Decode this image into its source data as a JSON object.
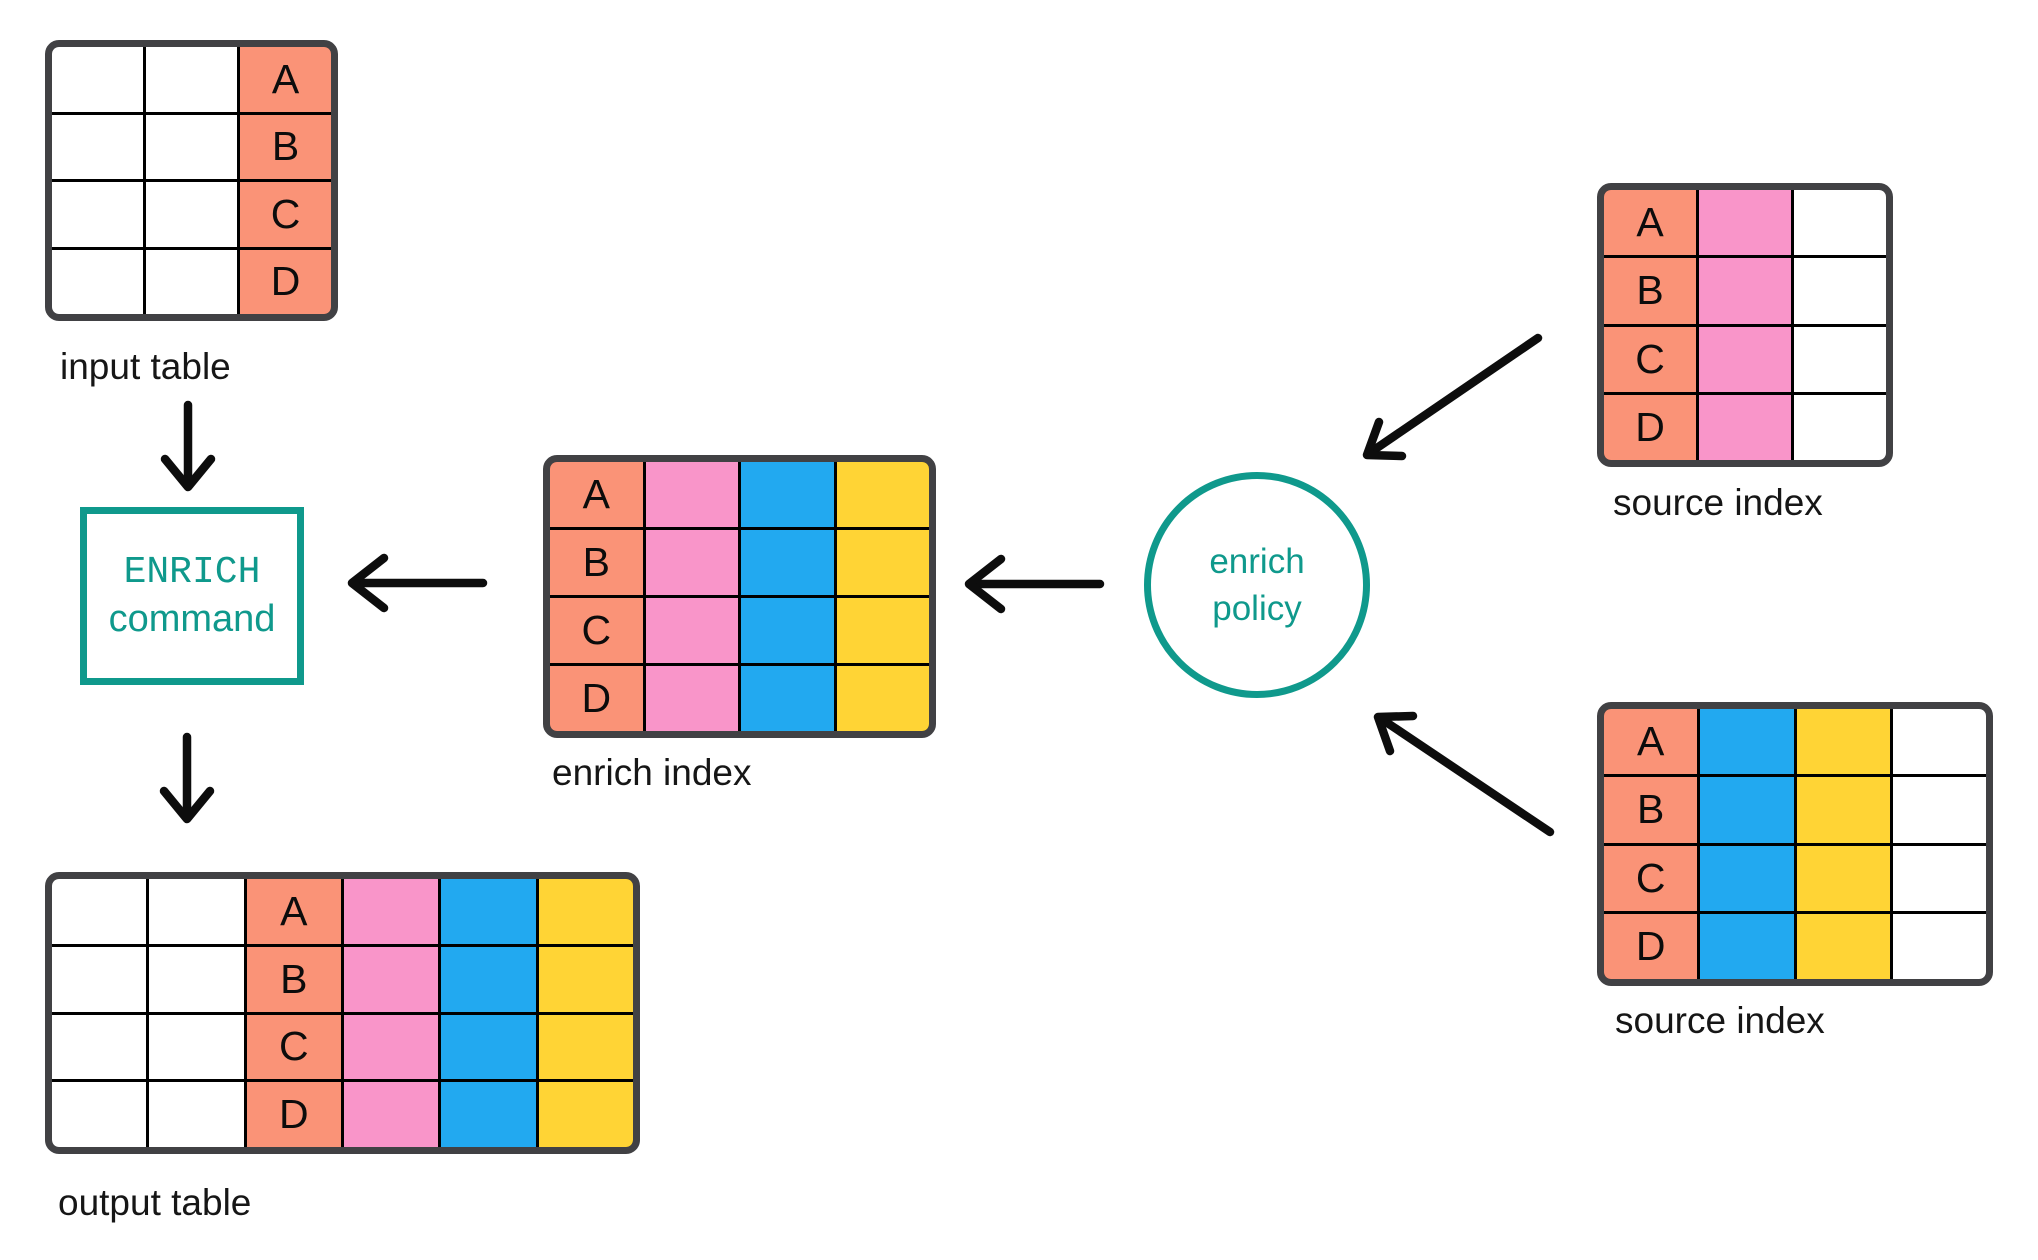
{
  "colors": {
    "salmon": "#FA9377",
    "pink": "#F995C9",
    "blue": "#22A9F0",
    "yellow": "#FFD435",
    "white": "#FFFFFF",
    "teal": "#0F998C",
    "table_border": "#414144",
    "grid_line": "#000000",
    "arrow": "#0D0D0D",
    "label_text": "#161616"
  },
  "row_labels": [
    "A",
    "B",
    "C",
    "D"
  ],
  "tables": {
    "input_table": {
      "label": "input table",
      "columns": [
        "white",
        "white",
        "salmon"
      ],
      "key_col": 2
    },
    "enrich_index": {
      "label": "enrich index",
      "columns": [
        "salmon",
        "pink",
        "blue",
        "yellow"
      ],
      "key_col": 0
    },
    "source_index_top": {
      "label": "source index",
      "columns": [
        "salmon",
        "pink",
        "white"
      ],
      "key_col": 0
    },
    "source_index_bottom": {
      "label": "source index",
      "columns": [
        "salmon",
        "blue",
        "yellow",
        "white"
      ],
      "key_col": 0
    },
    "output_table": {
      "label": "output table",
      "columns": [
        "white",
        "white",
        "salmon",
        "pink",
        "blue",
        "yellow"
      ],
      "key_col": 2
    }
  },
  "nodes": {
    "enrich_command": {
      "line1": "ENRICH",
      "line2": "command"
    },
    "enrich_policy": {
      "line1": "enrich",
      "line2": "policy"
    }
  }
}
